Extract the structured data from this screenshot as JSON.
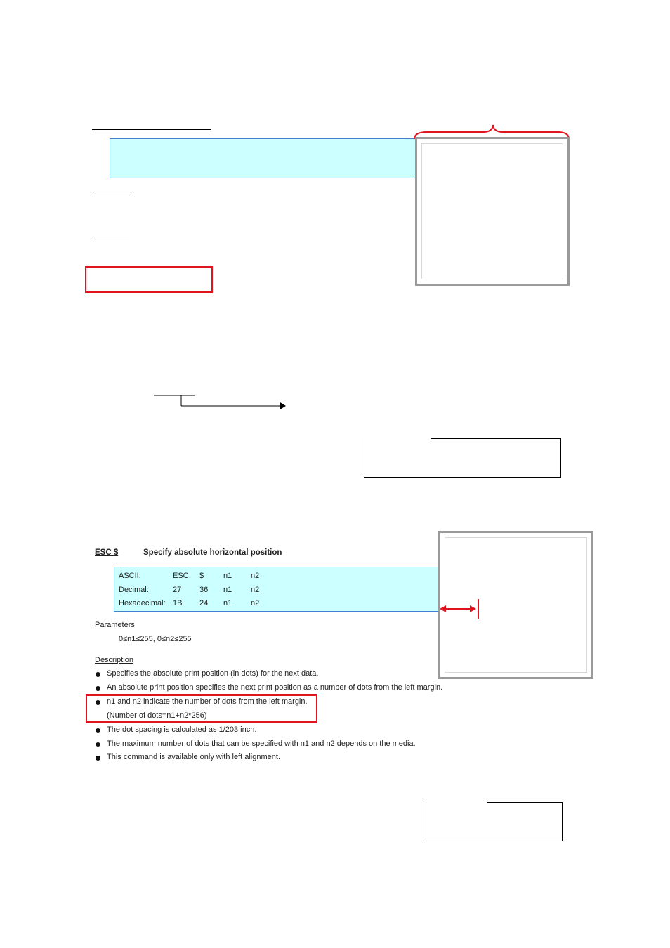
{
  "section": {
    "title_cmd": "ESC $",
    "title_desc": "Specify absolute horizontal position"
  },
  "command_table": {
    "rows": [
      {
        "label": "ASCII:",
        "c1": "ESC",
        "c2": "$",
        "c3": "n1",
        "c4": "n2"
      },
      {
        "label": "Decimal:",
        "c1": "27",
        "c2": "36",
        "c3": "n1",
        "c4": "n2"
      },
      {
        "label": "Hexadecimal:",
        "c1": "1B",
        "c2": "24",
        "c3": "n1",
        "c4": "n2"
      }
    ]
  },
  "parameters": {
    "heading": "Parameters",
    "value": "0≤n1≤255, 0≤n2≤255"
  },
  "description": {
    "heading": "Description",
    "bullets": [
      "Specifies the absolute print position (in dots) for the next data.",
      "An absolute print position specifies the next print position as a number of dots from the left margin.",
      "n1 and n2 indicate the number of dots from the left margin.",
      "The dot spacing is calculated as 1/203 inch.",
      "The maximum number of dots that can be specified with n1 and n2 depends on the media.",
      "This command is available only with left alignment."
    ],
    "note": "(Number of dots=n1+n2*256)"
  },
  "colors": {
    "highlight_red": "#e0141e",
    "command_bg": "#ccffff",
    "command_border": "#4a7fd6"
  }
}
